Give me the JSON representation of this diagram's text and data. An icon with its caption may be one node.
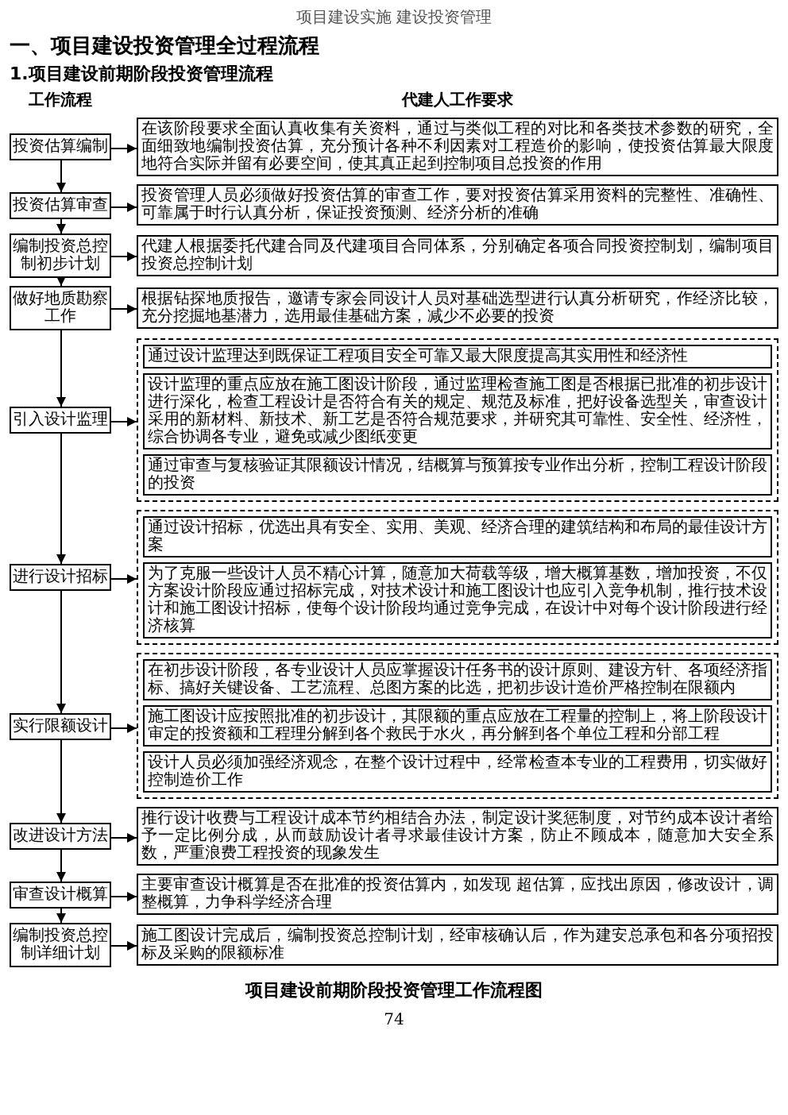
{
  "diagram": {
    "caption": "项目建设前期阶段投资管理工作流程图",
    "nodes": [
      {
        "text": [
          "投资估算编制"
        ]
      },
      {
        "text": [
          "在该阶段要求全面认真收集有关资料，通过与类似工程的对比和各类技术参数的研究，全面细致地编制投资估算，充分预计各种不利因素对工程造价的影响，使投资估算最大限度地符合实际并留有必要空间，使其真正起到控制项目总投资的作用"
        ]
      },
      {
        "text": [
          "投资估算审查"
        ]
      },
      {
        "text": [
          "投资管理人员必须做好投资估算的审查工作，要对投资估算采用资料的完整性、准确性、可靠属于时行认真分析，保证投资预测、经济分析的准确"
        ]
      },
      {
        "text": [
          "编制投资总控制初步计划"
        ]
      },
      {
        "text": [
          "代建人根据委托代建合同及代建项目合同体系，分别确定各项合同投资控制划，编制项目投资总控制计划"
        ]
      },
      {
        "text": [
          "做好地质勘察工作"
        ]
      },
      {
        "text": [
          "根据钻探地质报告，邀请专家会同设计人员对基础选型进行认真分析研究，作经济比较，充分挖掘地基潜力，选用最佳基础方案，减少不必要的投资"
        ]
      },
      {
        "text": [
          "引入设计监理"
        ]
      },
      {
        "text": [],
        "shape": "box"
      },
      {
        "text": [
          "通过设计监理达到既保证工程项目安全可靠又最大限度提高其实用性和经济性"
        ],
        "in": 9
      },
      {
        "text": [
          "设计监理的重点应放在施工图设计阶段，通过监理检查施工图是否根据已批准的初步设计进行深化，检查工程设计是否符合有关的规定、规范及标准，把好设备选型关，审查设计采用的新材料、新技术、新工艺是否符合规范要求，并研究其可靠性、安全性、经济性，综合协调各专业，避免或减少图纸变更"
        ],
        "in": 9
      },
      {
        "text": [
          "通过审查与复核验证其限额设计情况，结概算与预算按专业作出分析，控制工程设计阶段的投资"
        ],
        "in": 9
      },
      {
        "text": [
          "进行设计招标"
        ]
      },
      {
        "text": [],
        "shape": "box"
      },
      {
        "text": [
          "通过设计招标，优选出具有安全、实用、美观、经济合理的建筑结构和布局的最佳设计方案"
        ],
        "in": 14
      },
      {
        "text": [
          "为了克服一些设计人员不精心计算，随意加大荷载等级，增大概算基数，增加投资，不仅方案设计阶段应通过招标完成，对技术设计和施工图设计也应引入竞争机制，推行技术设计和施工图设计招标，使每个设计阶段均通过竞争完成，在设计中对每个设计阶段进行经济核算"
        ],
        "in": 14
      },
      {
        "text": [
          "实行限额设计"
        ]
      },
      {
        "text": [],
        "shape": "box"
      },
      {
        "text": [
          "在初步设计阶段，各专业设计人员应掌握设计任务书的设计原则、建设方针、各项经济指标、搞好关键设备、工艺流程、总图方案的比选，把初步设计造价严格控制在限额内"
        ],
        "in": 18
      },
      {
        "text": [
          "施工图设计应按照批准的初步设计，其限额的重点应放在工程量的控制上，将上阶段设计审定的投资额和工程理分解到各个救民于水火，再分解到各个单位工程和分部工程"
        ],
        "in": 18
      },
      {
        "text": [
          "设计人员必须加强经济观念，在整个设计过程中，经常检查本专业的工程费用，切实做好控制造价工作"
        ],
        "in": 18
      },
      {
        "text": [
          "改进设计方法"
        ]
      },
      {
        "text": [
          "推行设计收费与工程设计成本节约相结合办法，制定设计奖惩制度，对节约成本设计者给予一定比例分成，从而鼓励设计者寻求最佳设计方案，防止不顾成本，随意加大安全系数，严重浪费工程投资的现象发生"
        ]
      },
      {
        "text": [
          "审查设计概算"
        ]
      },
      {
        "text": [
          "主要审查设计概算是否在批准的投资估算内，如发现 超估算，应找出原因，修改设计，调整概算，力争科学经济合理"
        ]
      },
      {
        "text": [
          "编制投资总控制详细计划"
        ]
      },
      {
        "text": [
          "施工图设计完成后，编制投资总控制计划，经审核确认后，作为建安总承包和各分项招投标及采购的限额标准"
        ]
      }
    ],
    "edges": [
      {
        "from": 0,
        "to": 1,
        "arrow": "to"
      },
      {
        "from": 0,
        "to": 2,
        "arrow": "to"
      },
      {
        "from": 2,
        "to": 3,
        "arrow": "to"
      },
      {
        "from": 2,
        "to": 4,
        "arrow": "to"
      },
      {
        "from": 4,
        "to": 5,
        "arrow": "to"
      },
      {
        "from": 4,
        "to": 6,
        "arrow": "to"
      },
      {
        "from": 6,
        "to": 7,
        "arrow": "to"
      },
      {
        "from": 6,
        "to": 8,
        "arrow": "to"
      },
      {
        "from": 8,
        "to": 9,
        "arrow": "to"
      },
      {
        "from": 8,
        "to": 13,
        "arrow": "to"
      },
      {
        "from": 13,
        "to": 14,
        "arrow": "to"
      },
      {
        "from": 13,
        "to": 17,
        "arrow": "to"
      },
      {
        "from": 17,
        "to": 18,
        "arrow": "to"
      },
      {
        "from": 17,
        "to": 22,
        "arrow": "to"
      },
      {
        "from": 22,
        "to": 23,
        "arrow": "to"
      },
      {
        "from": 22,
        "to": 24,
        "arrow": "to"
      },
      {
        "from": 24,
        "to": 25,
        "arrow": "to"
      },
      {
        "from": 24,
        "to": 26,
        "arrow": "to"
      },
      {
        "from": 26,
        "to": 27,
        "arrow": "to"
      }
    ],
    "labels": [
      "项目建设实施 建设投资管理",
      "一、项目建设投资管理全过程流程",
      "1.项目建设前期阶段投资管理流程",
      "工作流程",
      "代建人工作要求",
      "74"
    ]
  }
}
